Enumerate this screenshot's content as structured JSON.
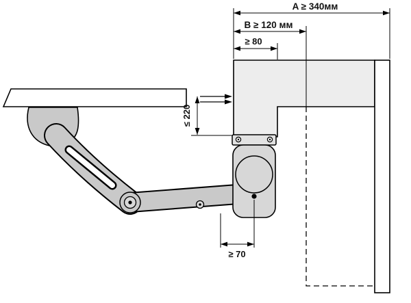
{
  "labels": {
    "dim_a": "A ≥ 340мм",
    "dim_b": "B ≥ 120 мм",
    "dim_top": "≥ 80",
    "dim_side": "≤ 220",
    "dim_bottom": "≥ 70"
  },
  "colors": {
    "structure": "#ededed",
    "arm": "#c9c9c9",
    "arm_light": "#d9d9d9",
    "motor": "#d7d7d7",
    "line": "#000000",
    "background": "#ffffff"
  }
}
